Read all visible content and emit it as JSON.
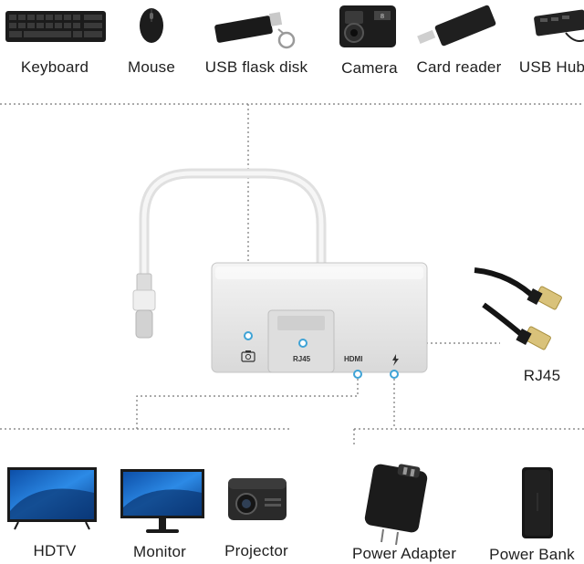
{
  "top_devices": [
    {
      "label": "Keyboard",
      "icon": "keyboard-icon"
    },
    {
      "label": "Mouse",
      "icon": "mouse-icon"
    },
    {
      "label": "USB flask disk",
      "icon": "usb-flash-disk-icon"
    },
    {
      "label": "Camera",
      "icon": "camera-icon"
    },
    {
      "label": "Card reader",
      "icon": "card-reader-icon"
    },
    {
      "label": "USB Hub",
      "icon": "usb-hub-icon"
    }
  ],
  "right_device": {
    "label": "RJ45",
    "icon": "ethernet-cable-icon"
  },
  "adapter_ports": {
    "rj45": "RJ45",
    "hdmi": "HDMI",
    "power_symbol": "⚡",
    "usb_symbol": "camera-symbol"
  },
  "bottom_left_devices": [
    {
      "label": "HDTV",
      "icon": "hdtv-icon"
    },
    {
      "label": "Monitor",
      "icon": "monitor-icon"
    },
    {
      "label": "Projector",
      "icon": "projector-icon"
    }
  ],
  "bottom_right_devices": [
    {
      "label": "Power Adapter",
      "icon": "power-adapter-icon"
    },
    {
      "label": "Power Bank",
      "icon": "power-bank-icon"
    }
  ],
  "colors": {
    "line": "#777777",
    "dot": "#3fa3d6",
    "adapter_body": "#e6e6e6",
    "screen_blue": "#1e6fd0"
  }
}
